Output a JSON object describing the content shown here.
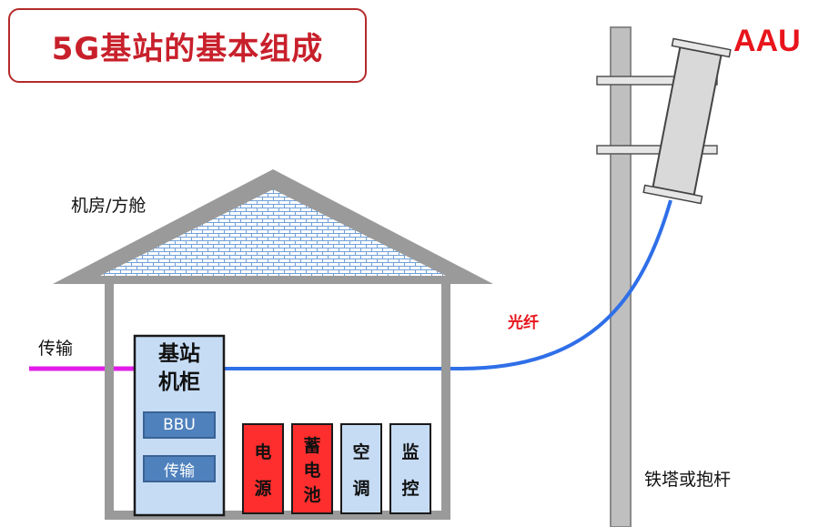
{
  "title": "5G基站的基本组成",
  "labels": {
    "machine_room": "机房/方舱",
    "transmission_in": "传输",
    "fiber": "光纤",
    "aau": "AAU",
    "tower": "铁塔或抱杆"
  },
  "cabinet": {
    "label_line1": "基站",
    "label_line2": "机柜",
    "modules": [
      "BBU",
      "传输"
    ]
  },
  "units": [
    {
      "chars": [
        "电",
        "源"
      ],
      "color": "#ff2e2e"
    },
    {
      "chars": [
        "蓄",
        "电",
        "池"
      ],
      "color": "#ff2e2e"
    },
    {
      "chars": [
        "空",
        "调"
      ],
      "color": "#c6dcf5"
    },
    {
      "chars": [
        "监",
        "控"
      ],
      "color": "#c6dcf5"
    }
  ],
  "colors": {
    "title": "#c8202b",
    "fiber_line": "#2f6fe8",
    "transmission_line": "#e21ce8",
    "cabinet_fill": "#c6dcf5",
    "module_fill": "#4f81bd"
  }
}
